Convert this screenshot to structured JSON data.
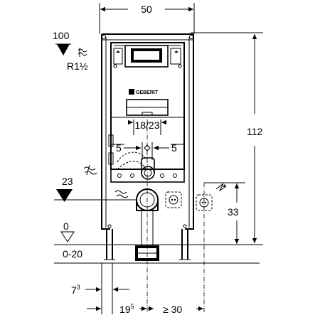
{
  "dimensions": {
    "top_width": "50",
    "total_height": "112",
    "inlet_height": "100",
    "inlet_thread": "R1½",
    "bend_spacing": "18/23",
    "offset_left": "5",
    "offset_right": "5",
    "drain_height": "23",
    "socket_height": "33",
    "floor_level": "0",
    "floor_range": "0-20",
    "side_clearance_base": "7",
    "side_clearance_sup": "3",
    "axis_offset_base": "19",
    "axis_offset_sup": "5",
    "wall_distance": "≥ 30"
  },
  "brand": {
    "name": "GEBERIT"
  },
  "icons": {
    "water_inlet": "water-wave-icon",
    "waste_outlet": "waste-water-wave-icon",
    "electrical": "electric-flash-icon",
    "bend": "wavy-bend-icon"
  }
}
